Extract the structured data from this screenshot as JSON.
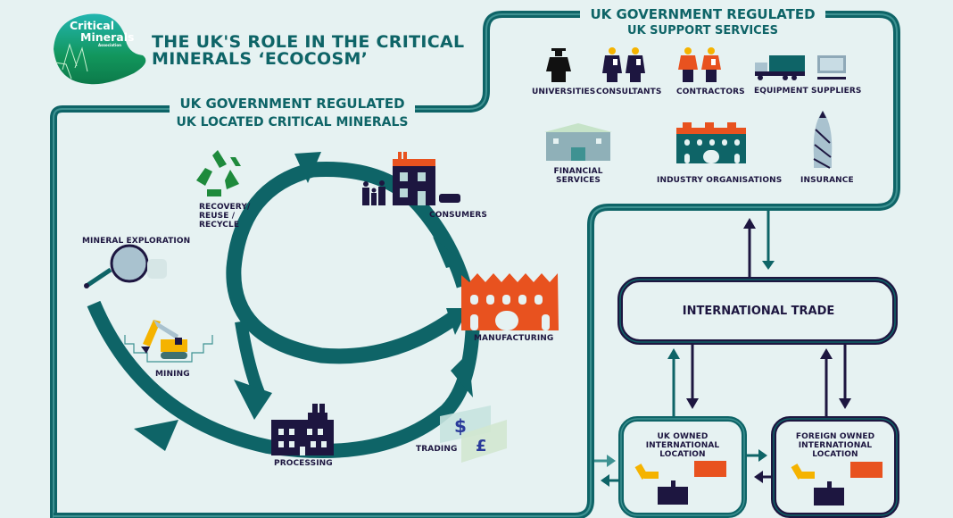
{
  "title": {
    "line1": "THE UK'S ROLE IN THE CRITICAL",
    "line2": "MINERALS ‘ECOCOSM’"
  },
  "logo": {
    "line1": "Critical",
    "line2": "Minerals",
    "line3": "Association"
  },
  "uk_located": {
    "heading": "UK GOVERNMENT REGULATED",
    "subheading": "UK LOCATED CRITICAL MINERALS",
    "stages": {
      "exploration": "MINERAL EXPLORATION",
      "mining": "MINING",
      "processing": "PROCESSING",
      "trading": "TRADING",
      "manufacturing": "MANUFACTURING",
      "consumers": "CONSUMERS",
      "recycle_1": "RECOVERY/",
      "recycle_2": "REUSE /",
      "recycle_3": "RECYCLE"
    }
  },
  "support_services": {
    "heading": "UK GOVERNMENT REGULATED",
    "subheading": "UK SUPPORT SERVICES",
    "items": {
      "universities": "UNIVERSITIES",
      "consultants": "CONSULTANTS",
      "contractors": "CONTRACTORS",
      "equipment": "EQUIPMENT SUPPLIERS",
      "financial_1": "FINANCIAL",
      "financial_2": "SERVICES",
      "industry": "INDUSTRY ORGANISATIONS",
      "insurance": "INSURANCE"
    }
  },
  "international": {
    "trade": "INTERNATIONAL TRADE",
    "uk_owned": [
      "UK OWNED",
      "INTERNATIONAL",
      "LOCATION"
    ],
    "foreign_owned": [
      "FOREIGN OWNED",
      "INTERNATIONAL",
      "LOCATION"
    ]
  },
  "colors": {
    "teal": "#0e6467",
    "navy": "#1d1640",
    "orange": "#e8521f",
    "background": "#e6f2f2",
    "green": "#1e8a3c",
    "yellow": "#f5b300"
  }
}
